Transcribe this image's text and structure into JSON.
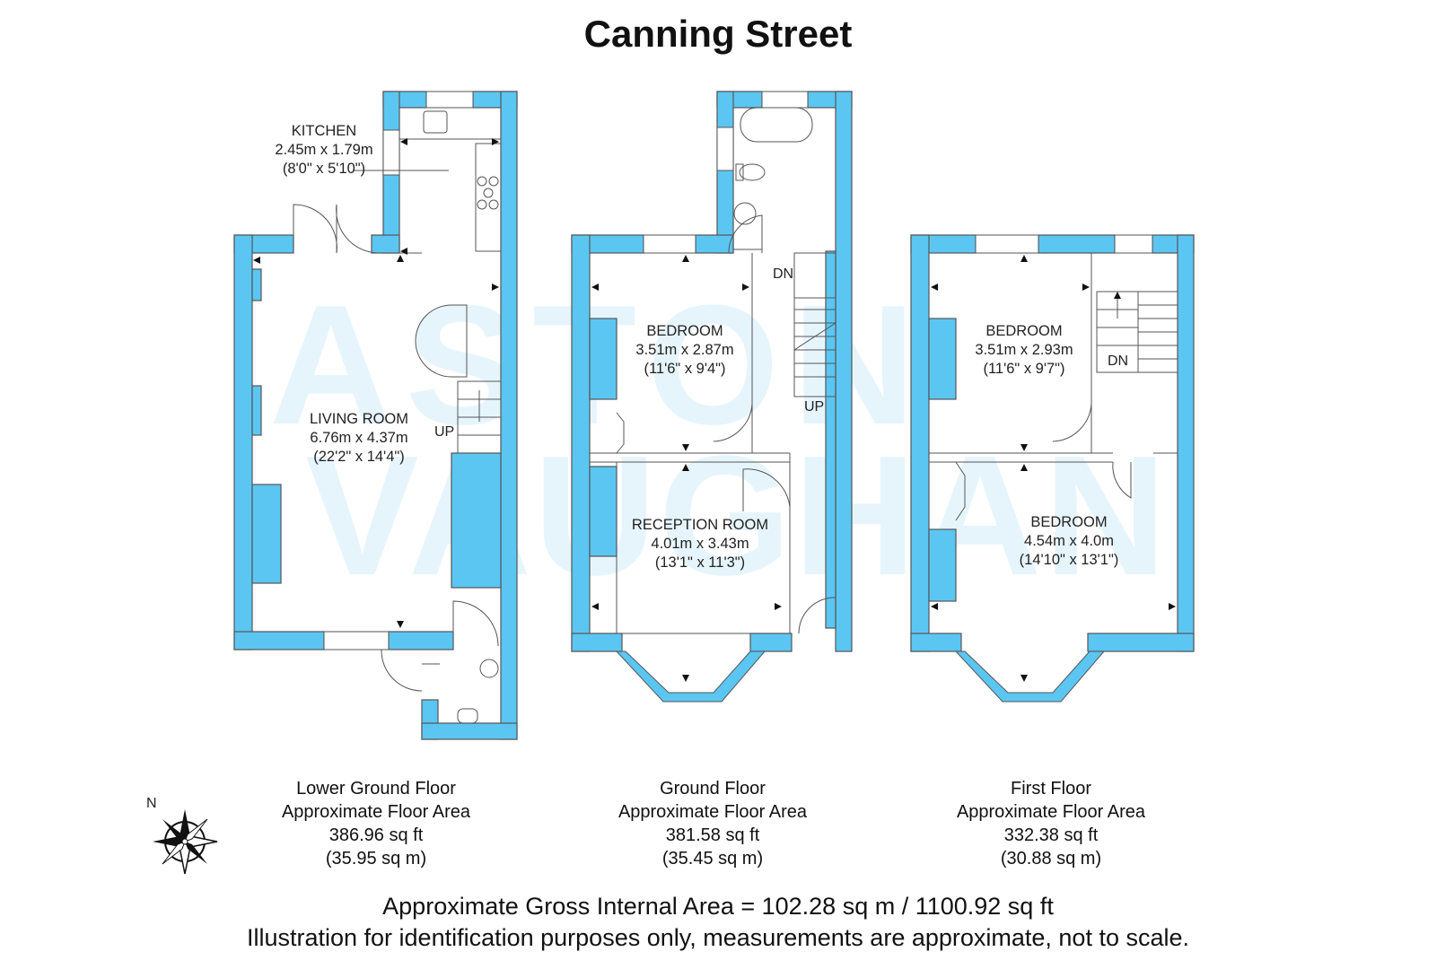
{
  "title": "Canning Street",
  "watermark": {
    "line1": "ASTON",
    "line2": "VAUGHAN"
  },
  "compass": {
    "north_label": "N"
  },
  "stair_labels": {
    "up": "UP",
    "down": "DN"
  },
  "floors": [
    {
      "name": "Lower Ground Floor",
      "area_label": "Approximate Floor Area",
      "area_sqft": "386.96 sq ft",
      "area_sqm": "(35.95 sq m)",
      "rooms": [
        {
          "name": "KITCHEN",
          "metric": "2.45m x 1.79m",
          "imperial": "(8'0\" x 5'10\")"
        },
        {
          "name": "LIVING ROOM",
          "metric": "6.76m x 4.37m",
          "imperial": "(22'2\" x 14'4\")"
        }
      ]
    },
    {
      "name": "Ground Floor",
      "area_label": "Approximate Floor Area",
      "area_sqft": "381.58 sq ft",
      "area_sqm": "(35.45 sq m)",
      "rooms": [
        {
          "name": "BEDROOM",
          "metric": "3.51m x 2.87m",
          "imperial": "(11'6\" x 9'4\")"
        },
        {
          "name": "RECEPTION ROOM",
          "metric": "4.01m x 3.43m",
          "imperial": "(13'1\" x 11'3\")"
        }
      ]
    },
    {
      "name": "First Floor",
      "area_label": "Approximate Floor Area",
      "area_sqft": "332.38 sq ft",
      "area_sqm": "(30.88 sq m)",
      "rooms": [
        {
          "name": "BEDROOM",
          "metric": "3.51m x 2.93m",
          "imperial": "(11'6\" x 9'7\")"
        },
        {
          "name": "BEDROOM",
          "metric": "4.54m x 4.0m",
          "imperial": "(14'10\" x 13'1\")"
        }
      ]
    }
  ],
  "footer": {
    "gross_area": "Approximate Gross Internal Area = 102.28 sq m / 1100.92 sq ft",
    "disclaimer": "Illustration for identification purposes only, measurements are approximate, not to scale."
  },
  "colors": {
    "wall": "#5cc6f2",
    "line": "#555555",
    "text": "#222222"
  }
}
